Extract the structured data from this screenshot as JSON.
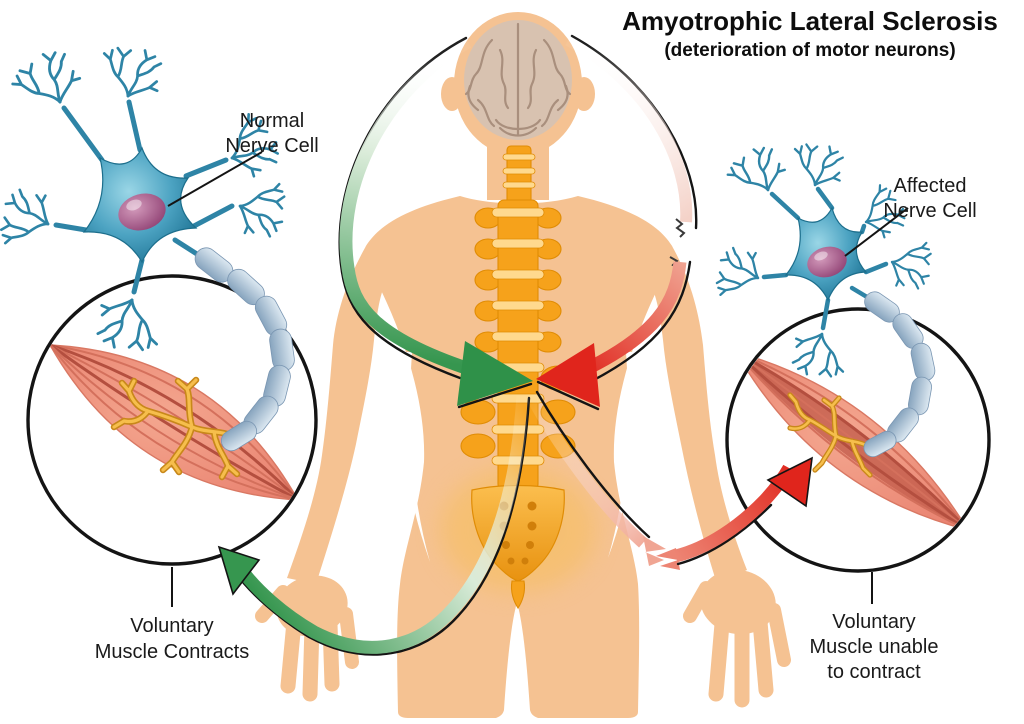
{
  "title": {
    "main": "Amyotrophic Lateral Sclerosis",
    "sub": "(deterioration of motor neurons)"
  },
  "labels": {
    "normal_cell_line1": "Normal",
    "normal_cell_line2": "Nerve Cell",
    "affected_cell_line1": "Affected",
    "affected_cell_line2": "Nerve Cell",
    "left_outcome_line1": "Voluntary",
    "left_outcome_line2": "Muscle Contracts",
    "right_outcome_line1": "Voluntary",
    "right_outcome_line2": "Muscle unable",
    "right_outcome_line3": "to contract"
  },
  "colors": {
    "skin": "#F5C292",
    "brain": "#D8C2B0",
    "brain_lines": "#A98F7D",
    "spine": "#F6A21B",
    "spine_disc": "#FFD98E",
    "spine_outline": "#E08C05",
    "sacrum_dot": "#D07F0A",
    "neuron": "#2E84A6",
    "neuron_light": "#8ECFE2",
    "nucleus": "#93386F",
    "myelin": "#9FB9CE",
    "myelin_edge": "#7A96B2",
    "muscle": "#EF8F7C",
    "muscle_striation": "#D4705C",
    "muscle_atrophy": "#C05A48",
    "nerve_ending": "#F6BE4C",
    "nerve_ending_outline": "#C8881A",
    "signal_normal": "#36964F",
    "signal_blocked": "#E0251C",
    "ink": "#141414"
  }
}
